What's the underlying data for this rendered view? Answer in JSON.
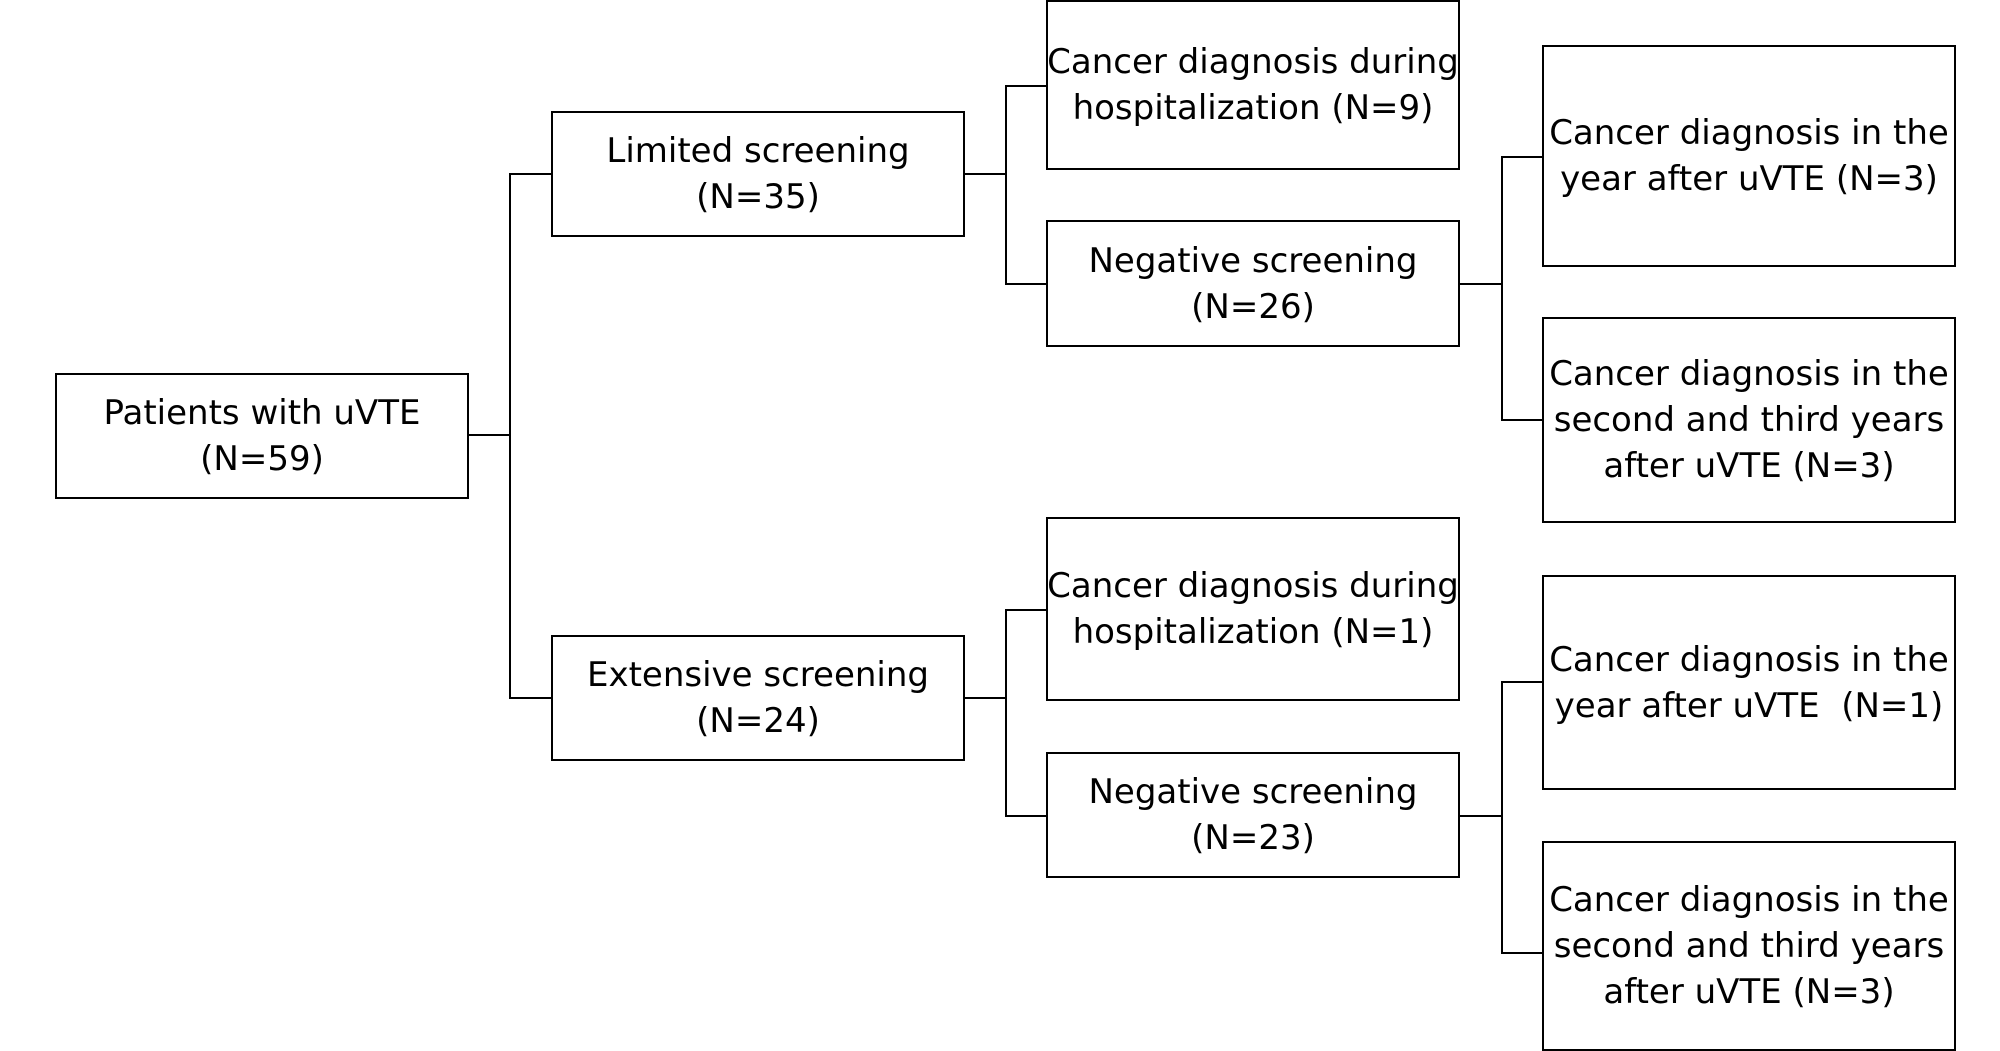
{
  "root": {
    "line1": "Patients with uVTE",
    "line2": "(N=59)"
  },
  "limited": {
    "title": {
      "line1": "Limited screening",
      "line2": "(N=35)"
    },
    "hospitalization": {
      "line1": "Cancer diagnosis during",
      "line2": "hospitalization (N=9)"
    },
    "negative": {
      "line1": "Negative screening",
      "line2": "(N=26)"
    },
    "year_after": {
      "line1": "Cancer diagnosis in the",
      "line2": "year after uVTE (N=3)"
    },
    "second_third": {
      "line1": "Cancer diagnosis in the",
      "line2": "second and third years",
      "line3": "after uVTE (N=3)"
    }
  },
  "extensive": {
    "title": {
      "line1": "Extensive screening",
      "line2": "(N=24)"
    },
    "hospitalization": {
      "line1": "Cancer diagnosis during",
      "line2": "hospitalization (N=1)"
    },
    "negative": {
      "line1": "Negative screening",
      "line2": "(N=23)"
    },
    "year_after": {
      "line1": "Cancer diagnosis in the",
      "line2": "year after uVTE  (N=1)"
    },
    "second_third": {
      "line1": "Cancer diagnosis in the",
      "line2": "second and third years",
      "line3": "after uVTE (N=3)"
    }
  }
}
